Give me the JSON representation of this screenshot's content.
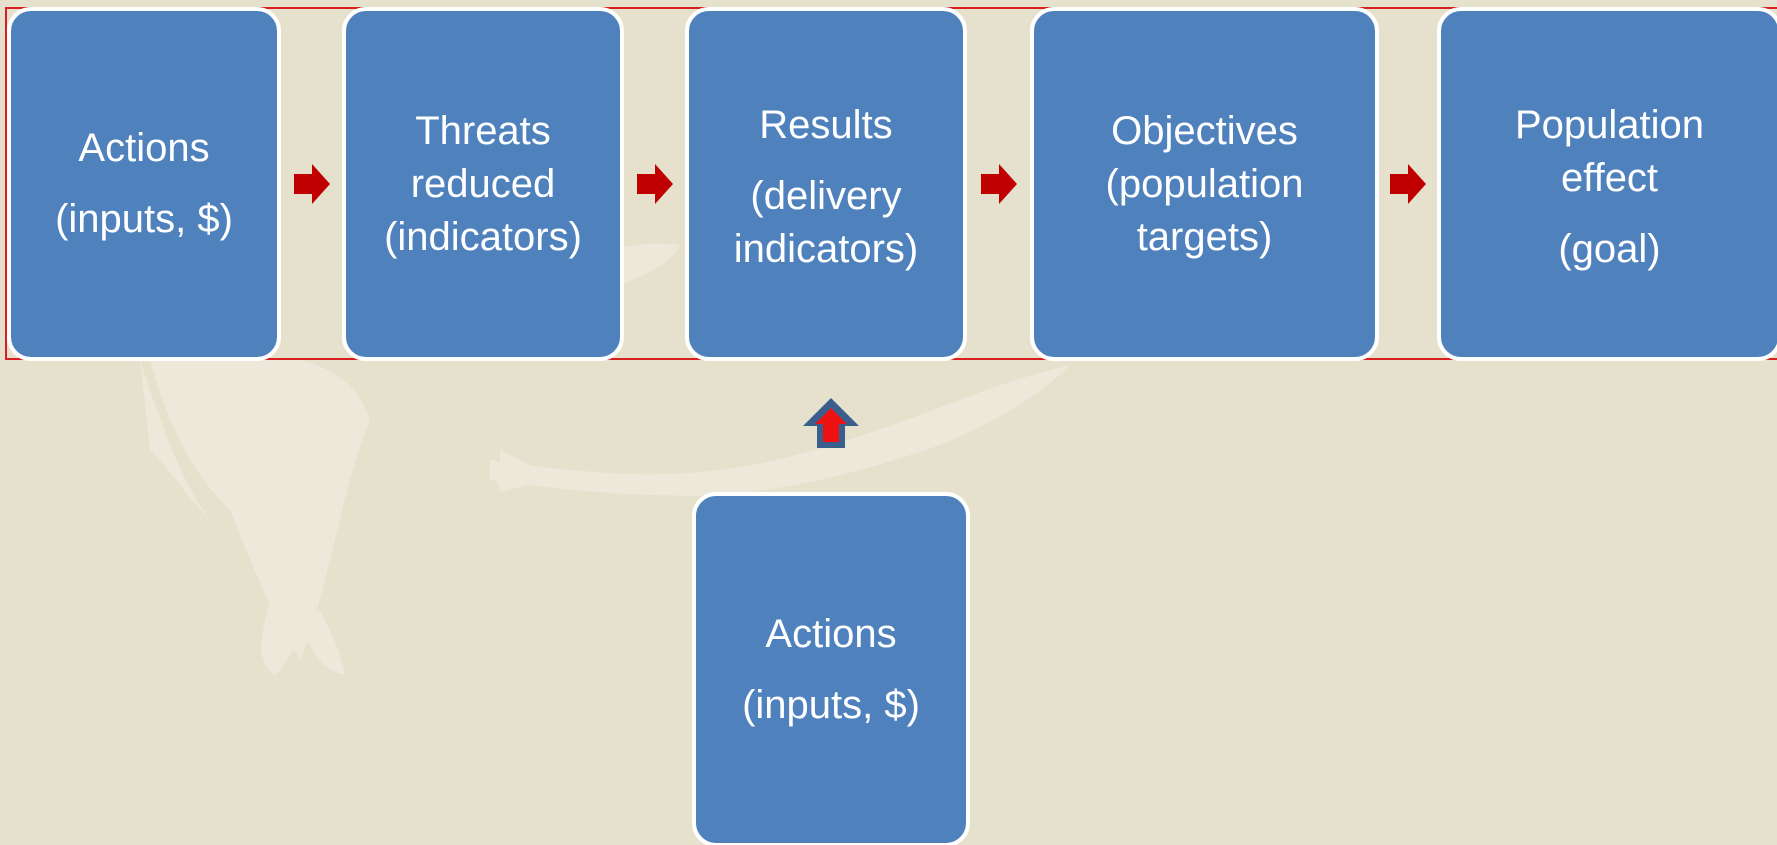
{
  "colors": {
    "background": "#e6e1cc",
    "box_fill": "#4f81bd",
    "box_border": "#ffffff",
    "frame": "#d92020",
    "arrow": "#c00000",
    "up_arrow_outline": "#3b5f8c",
    "up_arrow_fill": "#ee1111"
  },
  "top_row": [
    {
      "lines": [
        "Actions",
        "(inputs, $)"
      ]
    },
    {
      "lines": [
        "Threats",
        "reduced",
        "(indicators)"
      ]
    },
    {
      "lines": [
        "Results",
        "(delivery",
        "indicators)"
      ]
    },
    {
      "lines": [
        "Objectives",
        "(population",
        "targets)"
      ]
    },
    {
      "lines": [
        "Population",
        "effect",
        "(goal)"
      ]
    }
  ],
  "bottom_box": {
    "lines": [
      "Actions",
      "(inputs, $)"
    ]
  },
  "icons": {
    "right_arrow": "arrow-right-icon",
    "up_arrow": "arrow-up-icon",
    "background": "eagle-silhouette"
  }
}
